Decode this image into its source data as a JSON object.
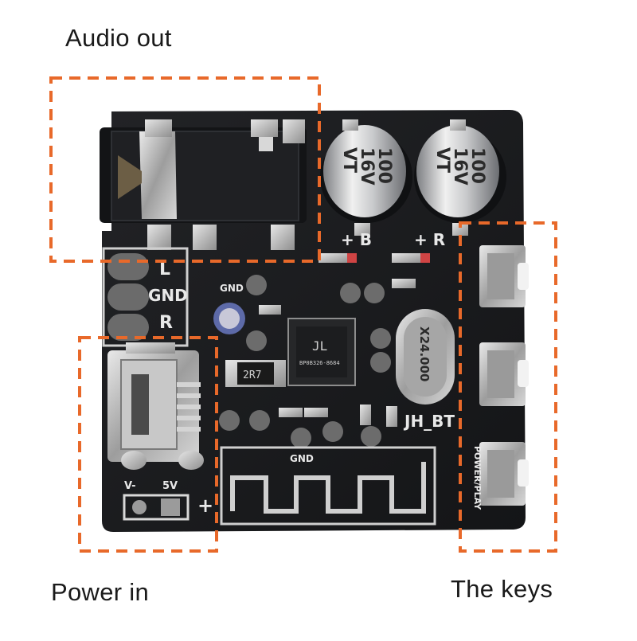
{
  "callouts": {
    "audio_out": "Audio out",
    "power_in": "Power in",
    "the_keys": "The keys"
  },
  "board_labels": {
    "channel_l": "L",
    "ground": "GND",
    "channel_r": "R",
    "pad_gnd": "GND",
    "pad_gnd_bottom": "GND",
    "voltage_minus": "V-",
    "voltage_5v": "5V",
    "plus": "+",
    "cap_plus_b": "+ B",
    "cap_plus_r": "+ R",
    "module_name": "JH_BT",
    "crystal": "X24.000",
    "resistor": "2R7",
    "chip_logo": "JL",
    "chip_code": "BP0B326-8684",
    "key_power_play": "POWER/PLAY"
  },
  "capacitors": {
    "left": {
      "value": "100",
      "voltage": "16V",
      "series": "VT"
    },
    "right": {
      "value": "100",
      "voltage": "16V",
      "series": "VT"
    }
  },
  "colors": {
    "highlight_border": "#e8692a",
    "board": "#1b1c1e",
    "silkscreen": "#e8e8e8",
    "background": "#ffffff"
  }
}
